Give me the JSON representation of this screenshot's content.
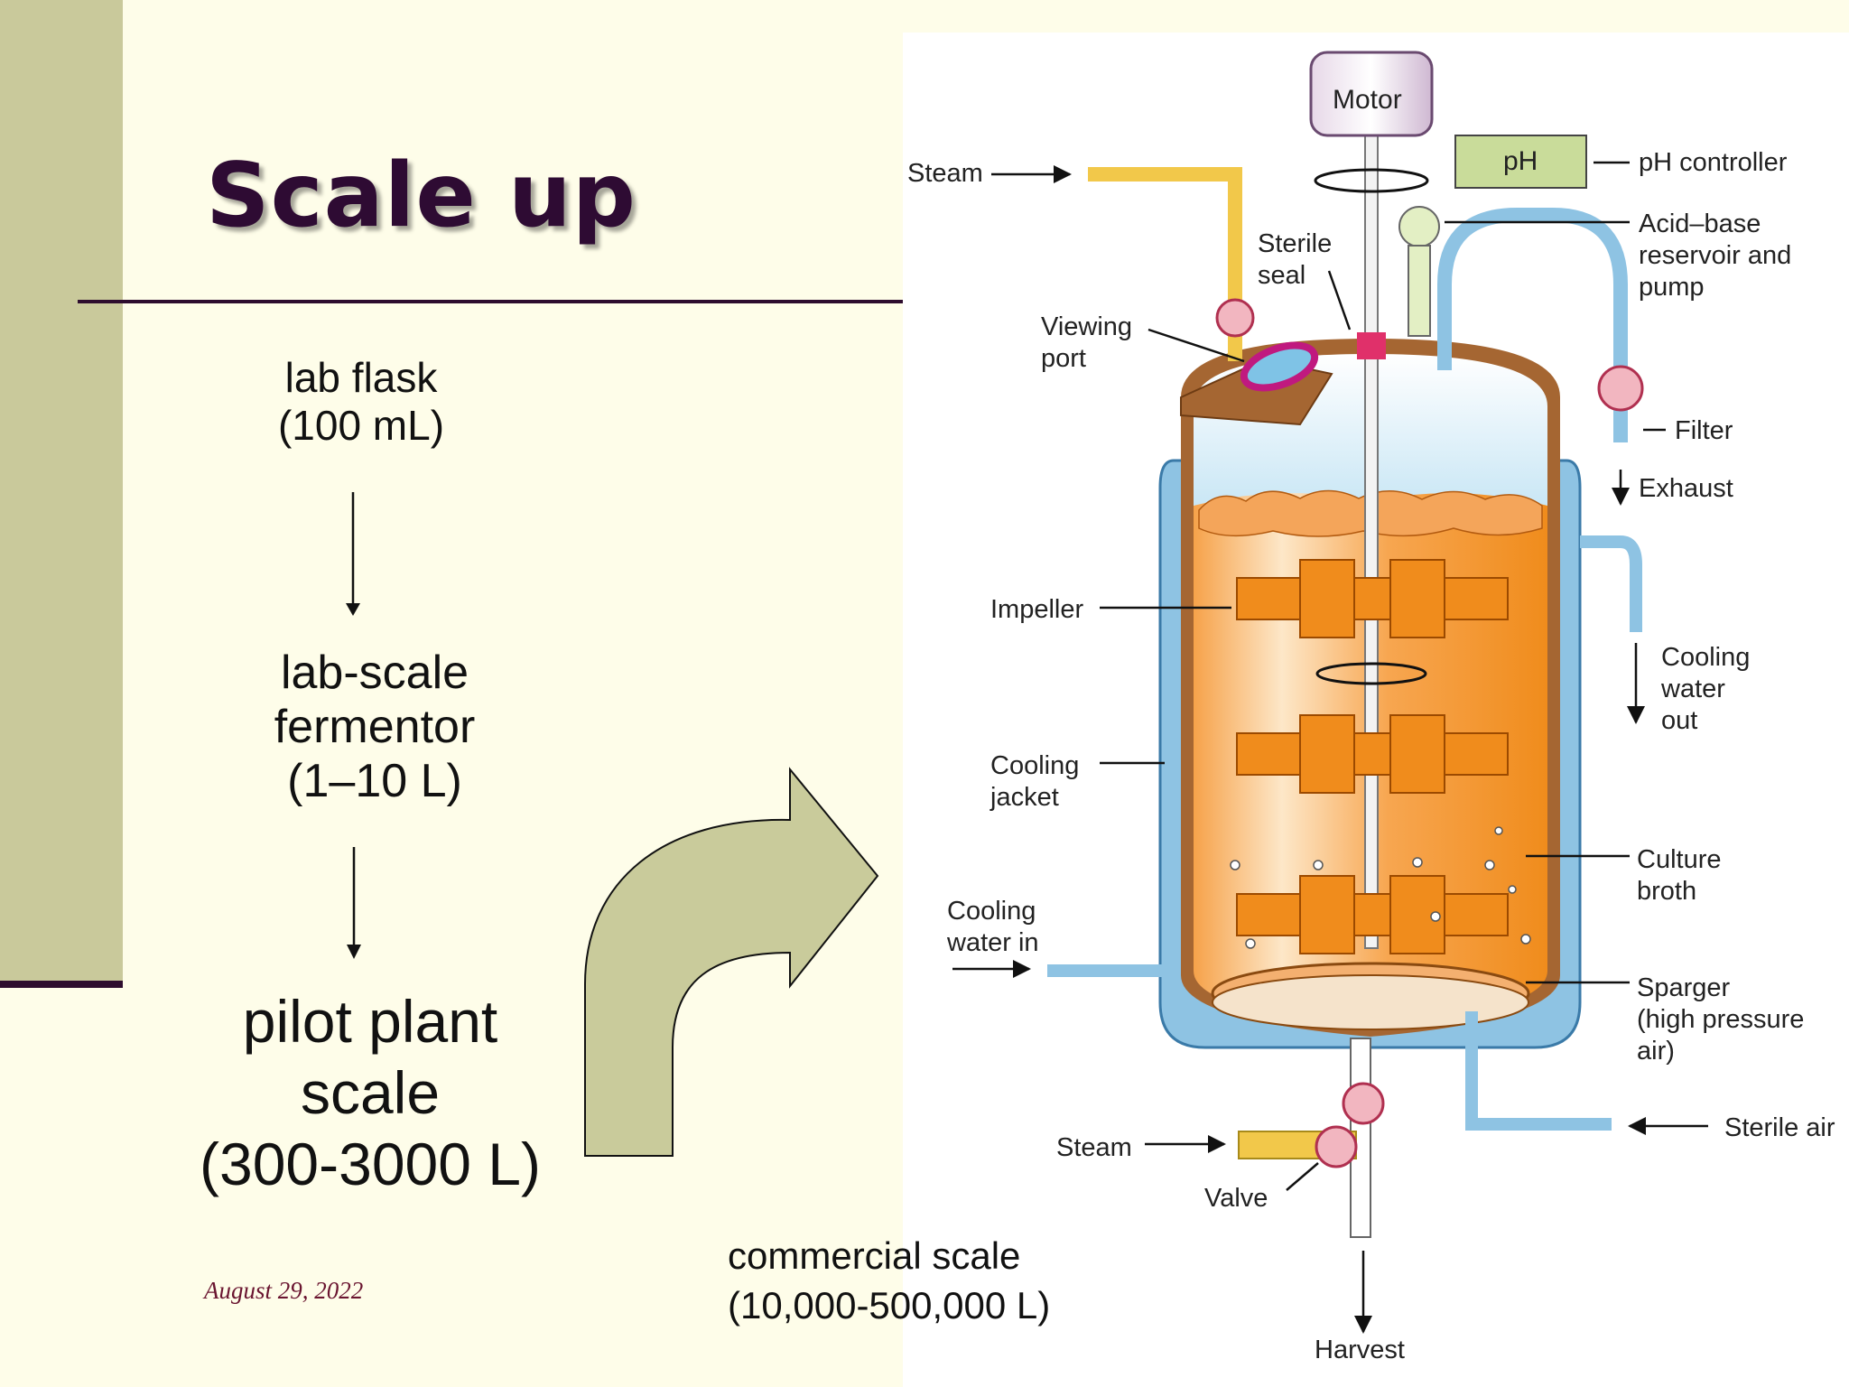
{
  "slide": {
    "title": "Scale up",
    "date": "August 29, 2022",
    "steps": [
      {
        "lines": [
          "lab flask",
          "(100 mL)"
        ]
      },
      {
        "lines": [
          "lab-scale",
          "fermentor",
          "(1–10 L)"
        ]
      },
      {
        "lines": [
          "pilot plant",
          "scale",
          "(300-3000 L)"
        ]
      }
    ],
    "commercial": {
      "line1": "commercial scale",
      "line2": "(10,000-500,000 L)"
    }
  },
  "diagram": {
    "labels": {
      "motor": "Motor",
      "ph": "pH",
      "ph_controller": "pH controller",
      "acid_base": [
        "Acid–base",
        "reservoir and",
        "pump"
      ],
      "steam_top": "Steam",
      "sterile_seal": [
        "Sterile",
        "seal"
      ],
      "viewing_port": [
        "Viewing",
        "port"
      ],
      "filter": "Filter",
      "exhaust": "Exhaust",
      "impeller": "Impeller",
      "cooling_water_out": [
        "Cooling",
        "water",
        "out"
      ],
      "cooling_jacket": [
        "Cooling",
        "jacket"
      ],
      "culture_broth": [
        "Culture",
        "broth"
      ],
      "cooling_water_in": [
        "Cooling",
        "water in"
      ],
      "sparger": [
        "Sparger",
        "(high pressure",
        "air)"
      ],
      "sterile_air": "Sterile air",
      "steam_bottom": "Steam",
      "valve": "Valve",
      "harvest": "Harvest"
    }
  }
}
